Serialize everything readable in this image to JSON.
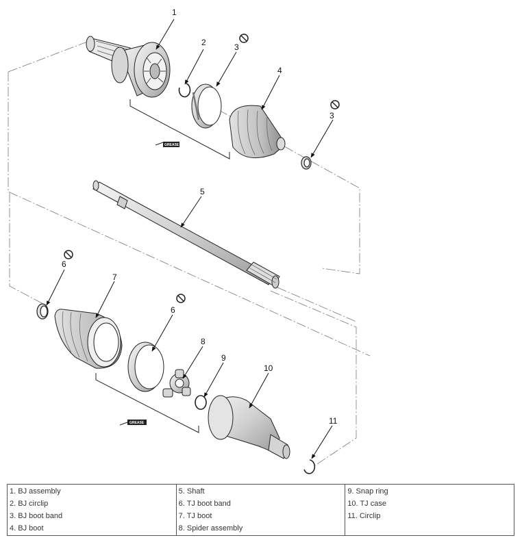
{
  "callouts": {
    "c1": "1",
    "c2": "2",
    "c3a": "3",
    "c3b": "3",
    "c4": "4",
    "c5": "5",
    "c6a": "6",
    "c6b": "6",
    "c7": "7",
    "c8": "8",
    "c9": "9",
    "c10": "10",
    "c11": "11"
  },
  "grease_label": "GREASE",
  "legend": {
    "col1": [
      "1. BJ assembly",
      "2. BJ circlip",
      "3. BJ boot band",
      "4. BJ boot"
    ],
    "col2": [
      "5. Shaft",
      "6. TJ boot band",
      "7. TJ boot",
      "8. Spider assembly"
    ],
    "col3": [
      "9. Snap ring",
      "10. TJ case",
      "11. Circlip"
    ]
  }
}
